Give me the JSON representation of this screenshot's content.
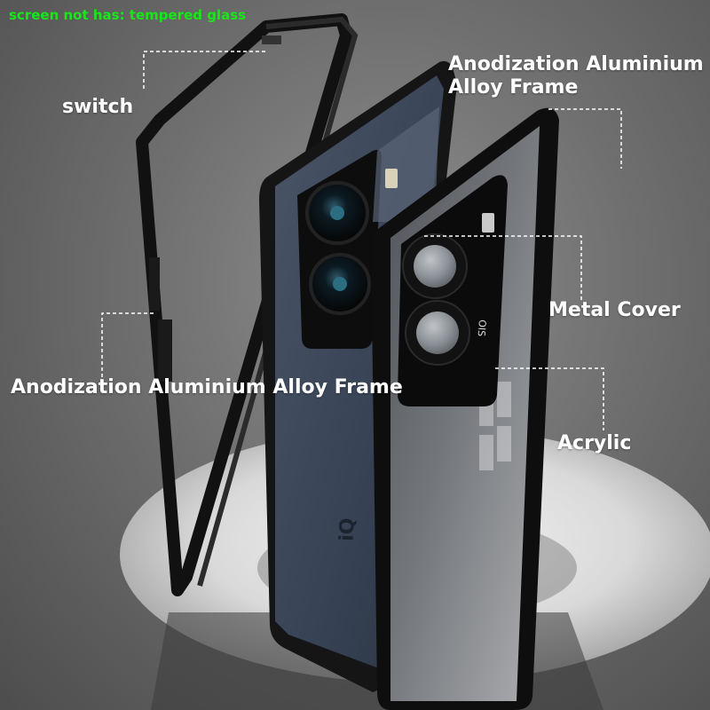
{
  "banner": {
    "text": "screen not has: tempered glass",
    "color": "#19e619"
  },
  "labels": {
    "frame_top_line1": "Anodization Aluminium",
    "frame_top_line2": "Alloy Frame",
    "switch": "switch",
    "frame_left": "Anodization Aluminium Alloy Frame",
    "metal_cover": "Metal Cover",
    "acrylic": "Acrylic"
  },
  "phone": {
    "brand_mark": "iQ",
    "camera_text": "OIS"
  },
  "colors": {
    "background": "#6f6f6f",
    "frame": "#111111",
    "phone_back": "#3a4658",
    "label_text": "#ffffff",
    "leader_line": "#ffffff"
  }
}
